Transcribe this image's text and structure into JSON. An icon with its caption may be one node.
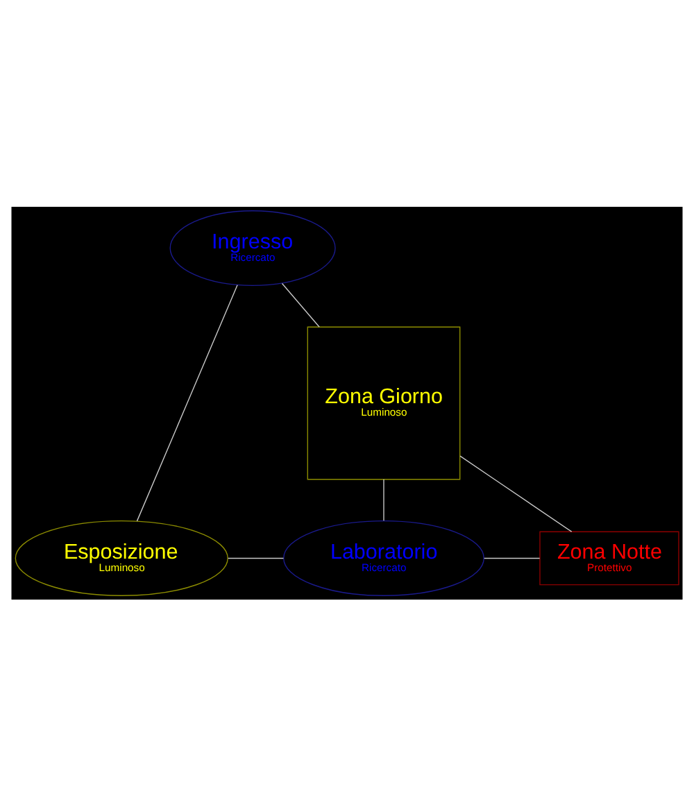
{
  "diagram": {
    "nodes": [
      {
        "text": [
          "Ingresso",
          "Ricercato"
        ]
      },
      {
        "text": [
          "Zona Giorno",
          "Luminoso"
        ]
      },
      {
        "text": [
          "Esposizione",
          "Luminoso"
        ]
      },
      {
        "text": [
          "Laboratorio",
          "Ricercato"
        ]
      },
      {
        "text": [
          "Zona Notte",
          "Protettivo"
        ]
      }
    ],
    "edges": [
      {
        "from": 0,
        "to": 1,
        "arrow": "none"
      },
      {
        "from": 0,
        "to": 2,
        "arrow": "none"
      },
      {
        "from": 1,
        "to": 3,
        "arrow": "none"
      },
      {
        "from": 1,
        "to": 4,
        "arrow": "none"
      },
      {
        "from": 2,
        "to": 3,
        "arrow": "none"
      },
      {
        "from": 3,
        "to": 4,
        "arrow": "none"
      }
    ]
  }
}
